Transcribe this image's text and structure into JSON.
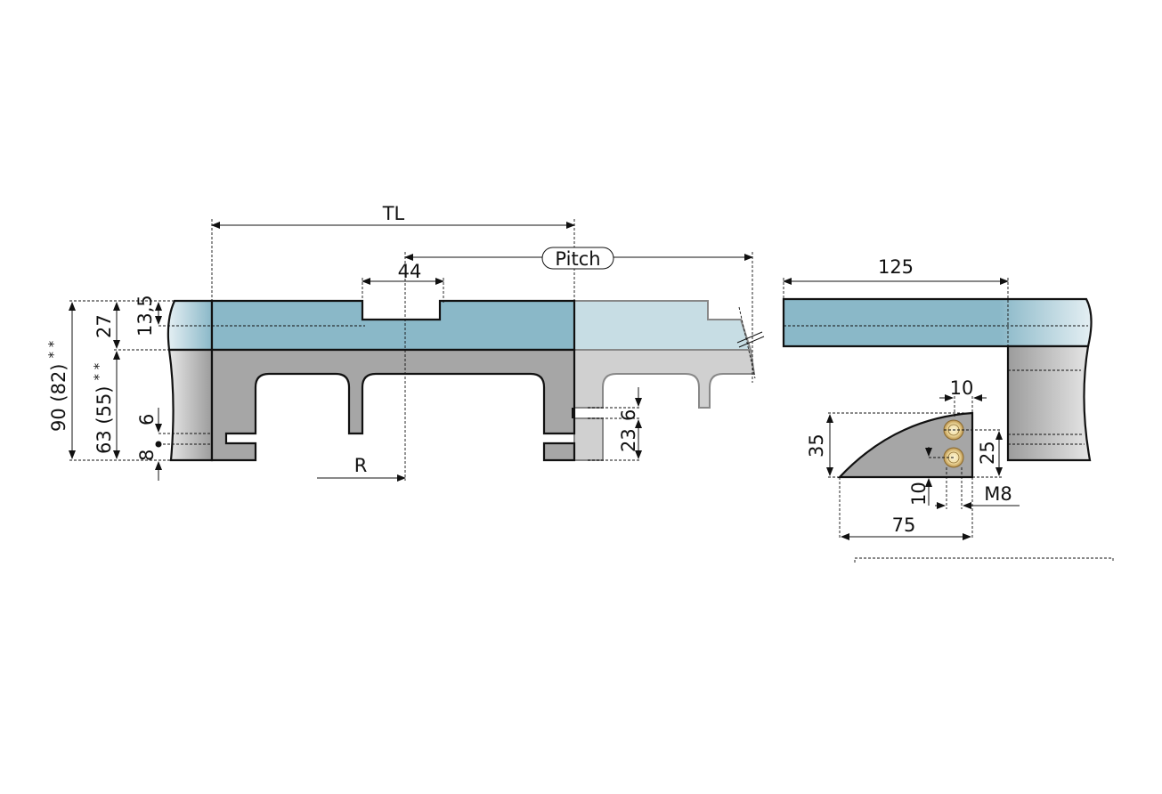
{
  "colors": {
    "blue": "#8ab8c8",
    "light_blue": "#c7dde4",
    "gray": "#a6a6a6",
    "light_gray": "#d0d0d0",
    "bolt": "#f3e4b0"
  },
  "labels": {
    "tl": "TL",
    "pitch": "Pitch",
    "slot_width": "44",
    "top_thickness": "13,5",
    "band_height": "27",
    "total_height": "90 (82)",
    "total_height_mark": "* *",
    "lower_height": "63 (55)",
    "lower_height_mark": "* *",
    "notch_6": "6",
    "notch_8": "8",
    "radius": "R",
    "leg_23": "23",
    "leg_6": "6",
    "side_width": "125",
    "blade_10_top": "10",
    "blade_35": "35",
    "blade_25": "25",
    "blade_10_bottom": "10",
    "blade_m8": "M8",
    "blade_75": "75"
  }
}
